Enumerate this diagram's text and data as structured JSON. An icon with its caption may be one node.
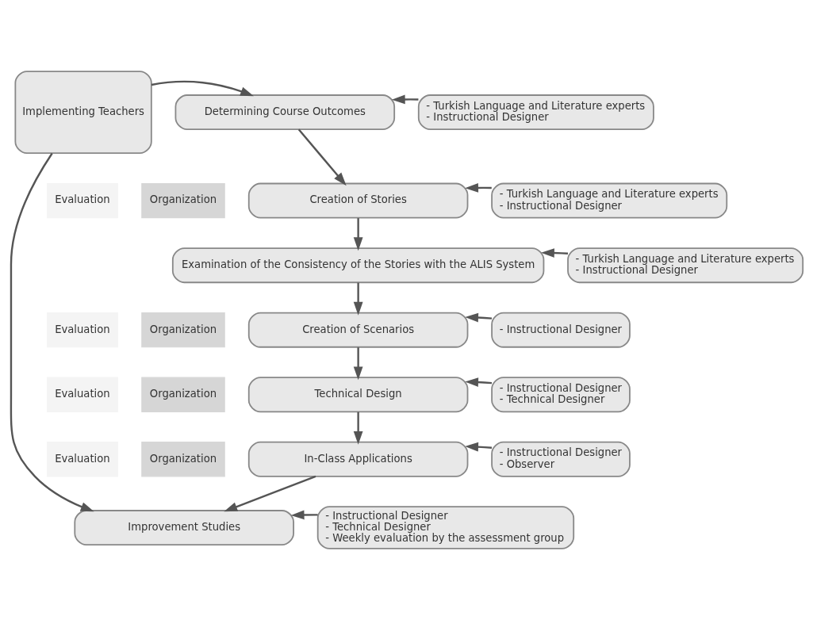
{
  "diagram": {
    "nodes": [
      {
        "text": [
          "Implementing Teachers"
        ]
      },
      {
        "text": [
          "Determining Course Outcomes"
        ]
      },
      {
        "text": [
          "- Turkish Language and Literature experts",
          "- Instructional Designer"
        ]
      },
      {
        "text": [
          "Creation of Stories"
        ]
      },
      {
        "text": [
          "- Turkish Language and Literature experts",
          "- Instructional Designer"
        ]
      },
      {
        "text": [
          "Examination of the Consistency of the Stories with the ALIS System"
        ]
      },
      {
        "text": [
          "- Turkish Language and Literature experts",
          "- Instructional Designer"
        ]
      },
      {
        "text": [
          "Creation of Scenarios"
        ]
      },
      {
        "text": [
          "- Instructional Designer"
        ]
      },
      {
        "text": [
          "Technical Design"
        ]
      },
      {
        "text": [
          "- Instructional Designer",
          "- Technical Designer"
        ]
      },
      {
        "text": [
          "In-Class Applications"
        ]
      },
      {
        "text": [
          "- Instructional Designer",
          "- Observer"
        ]
      },
      {
        "text": [
          "Improvement Studies"
        ]
      },
      {
        "text": [
          "- Instructional Designer",
          "- Technical Designer",
          "- Weekly evaluation by the assessment group"
        ]
      },
      {
        "text": [
          "Evaluation"
        ]
      },
      {
        "text": [
          "Organization"
        ]
      },
      {
        "text": [
          "Evaluation"
        ]
      },
      {
        "text": [
          "Organization"
        ]
      },
      {
        "text": [
          "Evaluation"
        ]
      },
      {
        "text": [
          "Organization"
        ]
      },
      {
        "text": [
          "Evaluation"
        ]
      },
      {
        "text": [
          "Organization"
        ]
      }
    ],
    "edges": [
      {
        "from": 0,
        "to": 1,
        "arrow": "to"
      },
      {
        "from": 2,
        "to": 1,
        "arrow": "to"
      },
      {
        "from": 1,
        "to": 3,
        "arrow": "to"
      },
      {
        "from": 4,
        "to": 3,
        "arrow": "to"
      },
      {
        "from": 3,
        "to": 5,
        "arrow": "to"
      },
      {
        "from": 6,
        "to": 5,
        "arrow": "to"
      },
      {
        "from": 5,
        "to": 7,
        "arrow": "to"
      },
      {
        "from": 8,
        "to": 7,
        "arrow": "to"
      },
      {
        "from": 7,
        "to": 9,
        "arrow": "to"
      },
      {
        "from": 10,
        "to": 9,
        "arrow": "to"
      },
      {
        "from": 9,
        "to": 11,
        "arrow": "to"
      },
      {
        "from": 12,
        "to": 11,
        "arrow": "to"
      },
      {
        "from": 11,
        "to": 13,
        "arrow": "to"
      },
      {
        "from": 14,
        "to": 13,
        "arrow": "to"
      },
      {
        "from": 0,
        "to": 13,
        "arrow": "to"
      }
    ]
  }
}
